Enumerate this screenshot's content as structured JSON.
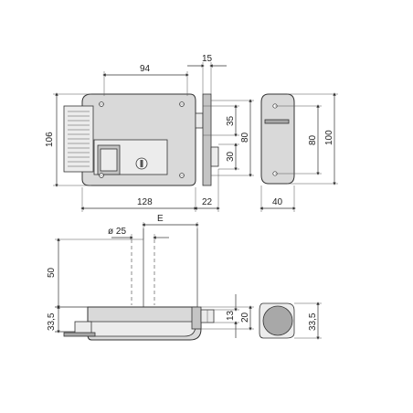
{
  "dimensions": {
    "d94": "94",
    "d15": "15",
    "d106": "106",
    "d35": "35",
    "d80a": "80",
    "d30": "30",
    "d128": "128",
    "d22": "22",
    "d80b": "80",
    "d100": "100",
    "d40": "40",
    "dE": "E",
    "d25": "ø 25",
    "d50": "50",
    "d33a": "33,5",
    "d13": "13",
    "d20": "20",
    "d33b": "33,5"
  }
}
